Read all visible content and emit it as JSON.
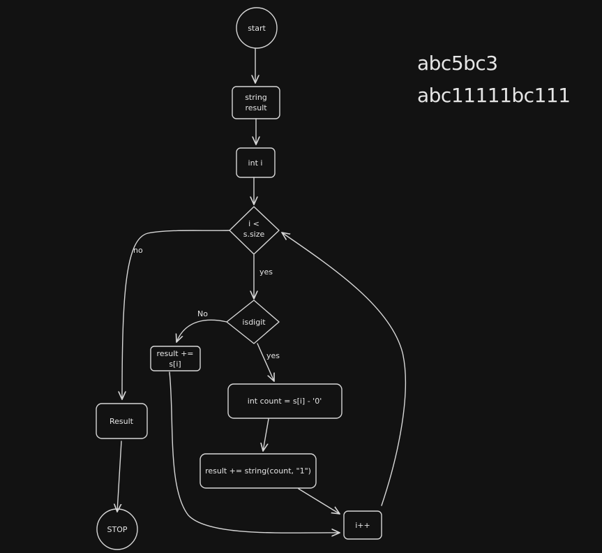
{
  "nodes": {
    "start": "start",
    "string_result_line1": "string",
    "string_result_line2": "result",
    "int_i": "int i",
    "cond_line1": "i <",
    "cond_line2": "s.size",
    "isdigit": "isdigit",
    "append_char_line1": "result +=",
    "append_char_line2": "s[i]",
    "int_count": "int count = s[i] - '0'",
    "append_ones": "result += string(count, \"1\")",
    "increment": "i++",
    "result": "Result",
    "stop": "STOP"
  },
  "edges": {
    "cond_no": "no",
    "cond_yes": "yes",
    "isdigit_no": "No",
    "isdigit_yes": "yes"
  },
  "note": {
    "line1": "abc5bc3",
    "line2": "abc11111bc111"
  }
}
